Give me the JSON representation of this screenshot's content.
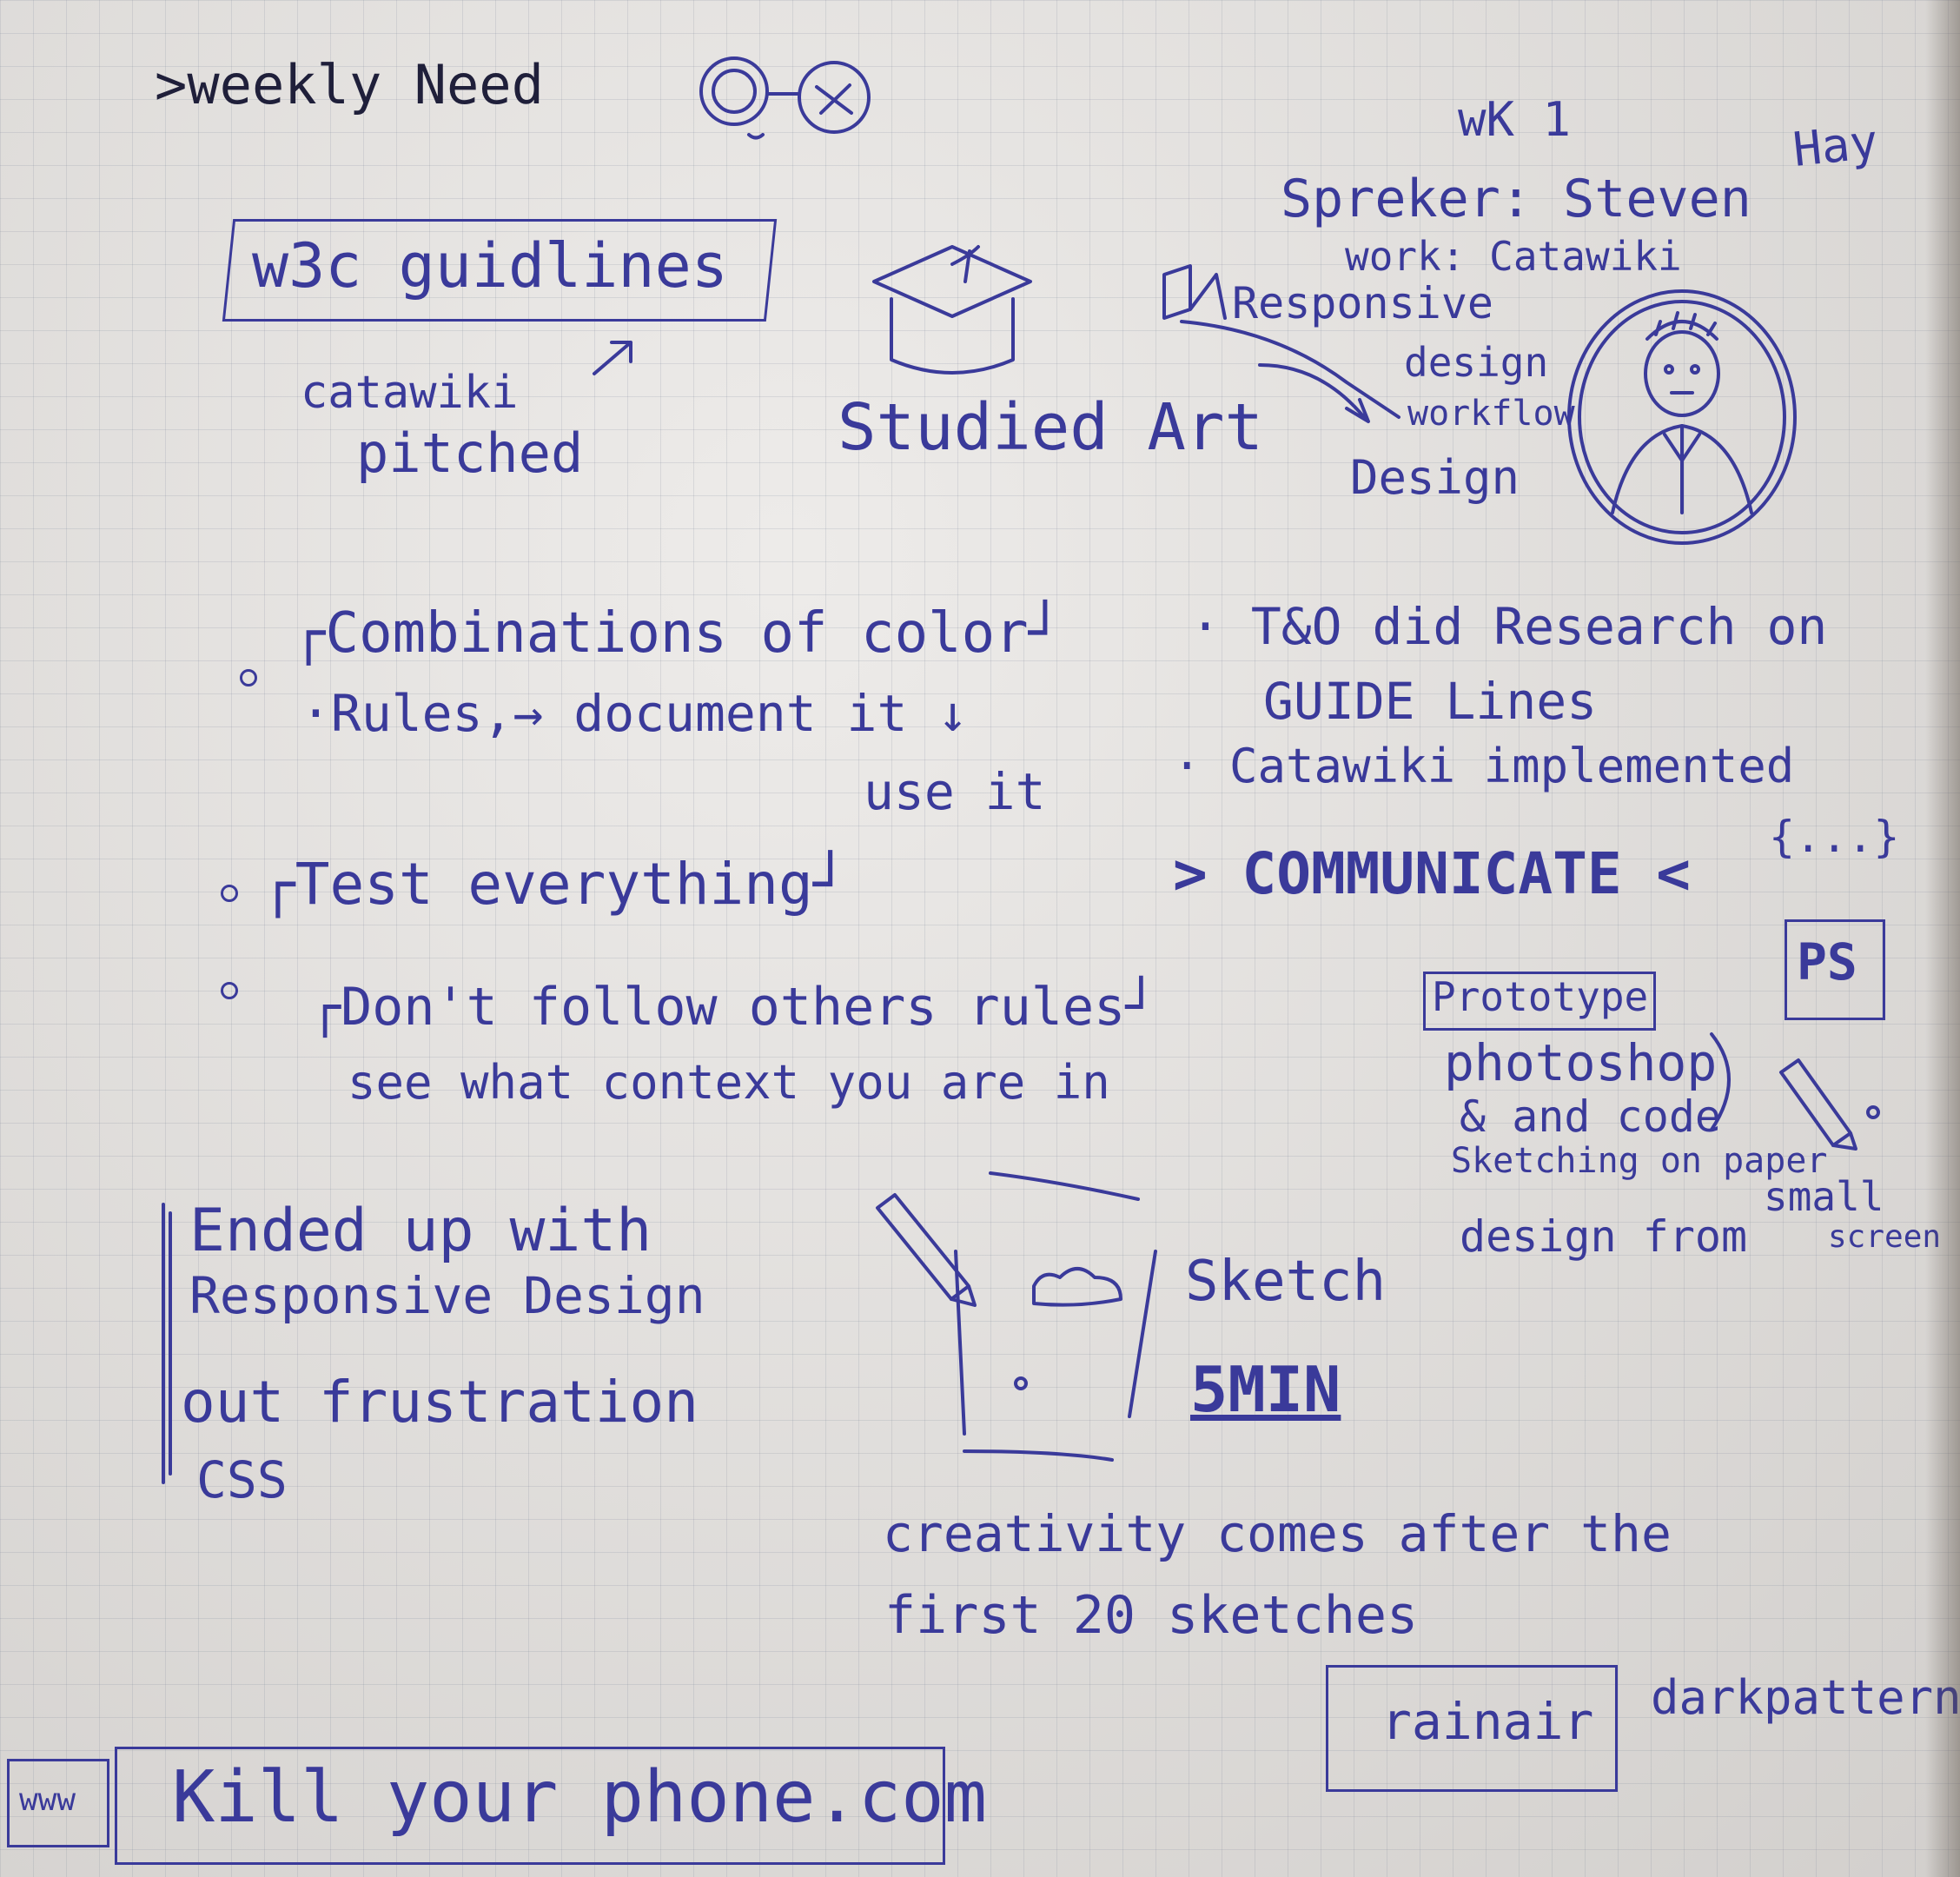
{
  "header": {
    "title": ">weekly Need",
    "week": "wK 1"
  },
  "speaker": {
    "speaker_line": "Spreker: Steven",
    "surname": "Hay",
    "work_line": "work: Catawiki"
  },
  "left_top": {
    "w3c_box": "w3c guidlines",
    "catawiki": "catawiki",
    "pitched": "pitched"
  },
  "studied_art": "Studied Art",
  "responsive": {
    "line1": "Responsive",
    "line2": "design",
    "line3": "workflow",
    "line4": "Design"
  },
  "notes_left": {
    "combinations": "┌Combinations of color┘",
    "rules": "·Rules,→ document it ↓",
    "use_it": "use it",
    "test": "┌Test everything┘",
    "dont_follow": "┌Don't follow others rules┘",
    "context": "see what context you are in"
  },
  "notes_right": {
    "research": "· T&O did Research on",
    "guidelines": "GUIDE Lines",
    "implemented": "· Catawiki implemented",
    "communicate": "> COMMUNICATE <",
    "braces": "{...}",
    "ps": "PS",
    "prototype": "Prototype",
    "photoshop": "photoshop",
    "and_code": "& and code",
    "sketching": "Sketching on paper",
    "design_from": "design from",
    "small": "small",
    "screen": "screen"
  },
  "ended": {
    "line1": "Ended up with",
    "line2": "Responsive Design",
    "line3": "out frustration",
    "line4": "CSS"
  },
  "sketch": {
    "label": "Sketch",
    "time": "5MIN"
  },
  "creativity": {
    "line1": "creativity comes after the",
    "line2": "first 20 sketches"
  },
  "footer": {
    "www": "www",
    "url": "Kill your phone.com",
    "ryanair": "rainair",
    "dark": "darkpattern"
  }
}
